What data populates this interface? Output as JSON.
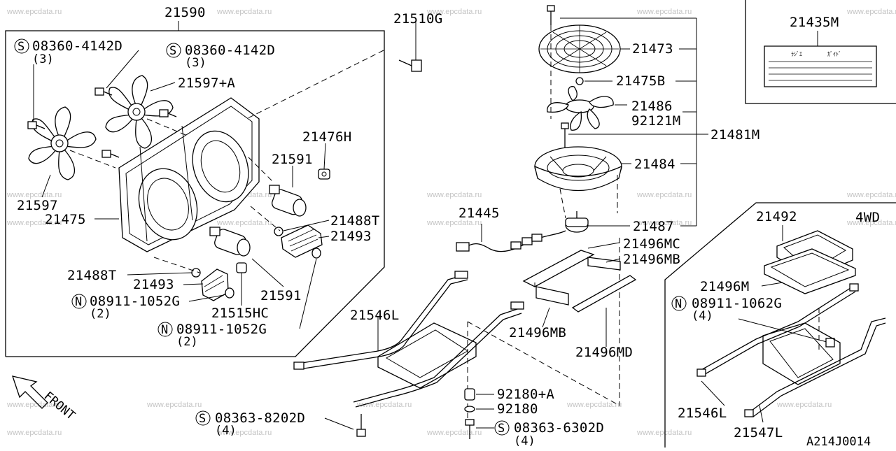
{
  "watermark": "www.epcdata.ru",
  "diagram_code": "A214J0014",
  "front_label": "FRONT",
  "section_4wd_label": "4WD",
  "labels": {
    "p21590": "21590",
    "p21510G": "21510G",
    "p21435M": "21435M",
    "p21473": "21473",
    "p21475B": "21475B",
    "p21486": "21486",
    "p92121M": "92121M",
    "p21481M": "21481M",
    "p21484": "21484",
    "p21487": "21487",
    "p21445": "21445",
    "p21496MC": "21496MC",
    "p21496MB_a": "21496MB",
    "p21496MB_b": "21496MB",
    "p21496MD": "21496MD",
    "p21546L_a": "21546L",
    "p21546L_b": "21546L",
    "p21547L": "21547L",
    "p21492": "21492",
    "p21496M": "21496M",
    "p21597A": "21597+A",
    "p21597": "21597",
    "p21475": "21475",
    "p21476H": "21476H",
    "p21591_a": "21591",
    "p21591_b": "21591",
    "p21488T_a": "21488T",
    "p21488T_b": "21488T",
    "p21493_a": "21493",
    "p21493_b": "21493",
    "p21515HC": "21515HC",
    "p92180A": "92180+A",
    "p92180": "92180"
  },
  "fasteners": {
    "bolt_a": {
      "code": "08360-4142D",
      "qty": "(3)",
      "prefix": "S"
    },
    "bolt_b": {
      "code": "08360-4142D",
      "qty": "(3)",
      "prefix": "S"
    },
    "nut_a": {
      "code": "08911-1052G",
      "qty": "(2)",
      "prefix": "N"
    },
    "nut_b": {
      "code": "08911-1052G",
      "qty": "(2)",
      "prefix": "N"
    },
    "nut_c": {
      "code": "08911-1062G",
      "qty": "(4)",
      "prefix": "N"
    },
    "bolt_c": {
      "code": "08363-8202D",
      "qty": "(4)",
      "prefix": "S"
    },
    "bolt_d": {
      "code": "08363-6302D",
      "qty": "(4)",
      "prefix": "S"
    }
  },
  "label_plate_text": [
    "ﾗｼﾞｴ",
    "ｶﾞｲﾄﾞ"
  ]
}
